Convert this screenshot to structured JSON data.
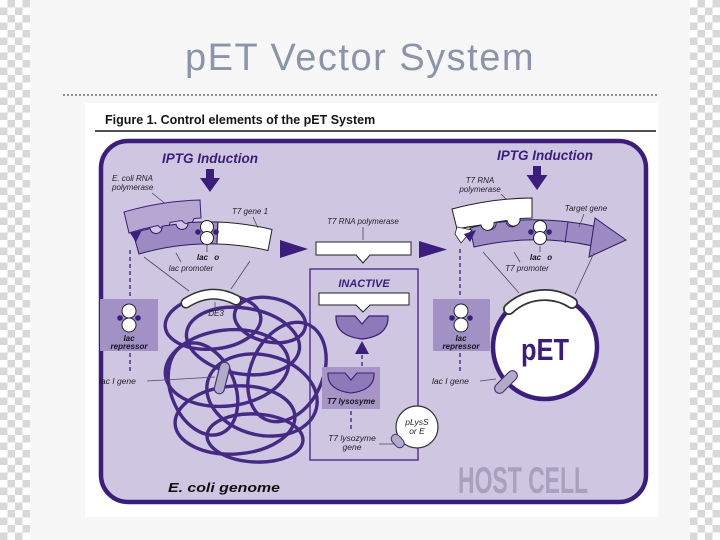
{
  "title": "pET Vector System",
  "figure": {
    "caption": "Figure 1.  Control elements of the pET System",
    "host_cell": "HOST CELL"
  },
  "diagram": {
    "left": {
      "iptg": "IPTG Induction",
      "rna_pol_line1": "E. coli RNA",
      "rna_pol_line2": "polymerase",
      "t7_gene1": "T7 gene 1",
      "lac_o": "lac o",
      "lac_promoter": "lac promoter",
      "de3": "DE3",
      "repressor_line1": "lac",
      "repressor_line2": "repressor",
      "lac_i_gene": "lac I gene",
      "genome": "E. coli genome"
    },
    "middle": {
      "t7_rna_polymerase": "T7 RNA polymerase",
      "inactive": "INACTIVE",
      "lysosyme": "T7 lysosyme",
      "lysozyme_gene_line1": "T7 lysozyme",
      "lysozyme_gene_line2": "gene",
      "plys_line1": "pLysS",
      "plys_line2": "or E"
    },
    "right": {
      "iptg": "IPTG Induction",
      "rna_pol_line1": "T7 RNA",
      "rna_pol_line2": "polymerase",
      "target_gene": "Target gene",
      "lac_o": "lac o",
      "t7_promoter": "T7 promoter",
      "repressor_line1": "lac",
      "repressor_line2": "repressor",
      "lac_i_gene": "lac I gene",
      "pet": "pET"
    }
  },
  "colors": {
    "accent": "#3b1e7b",
    "panel": "#cfc6e1",
    "band": "#9c8ac3",
    "band_light": "#b5a7d2",
    "repressor_box": "#a291c4",
    "lysozyme_bowl": "#8d7ab8",
    "gray_segment": "#b1abc8",
    "host_cell_text": "#a7a0bf",
    "title_text": "#8b94ab"
  }
}
